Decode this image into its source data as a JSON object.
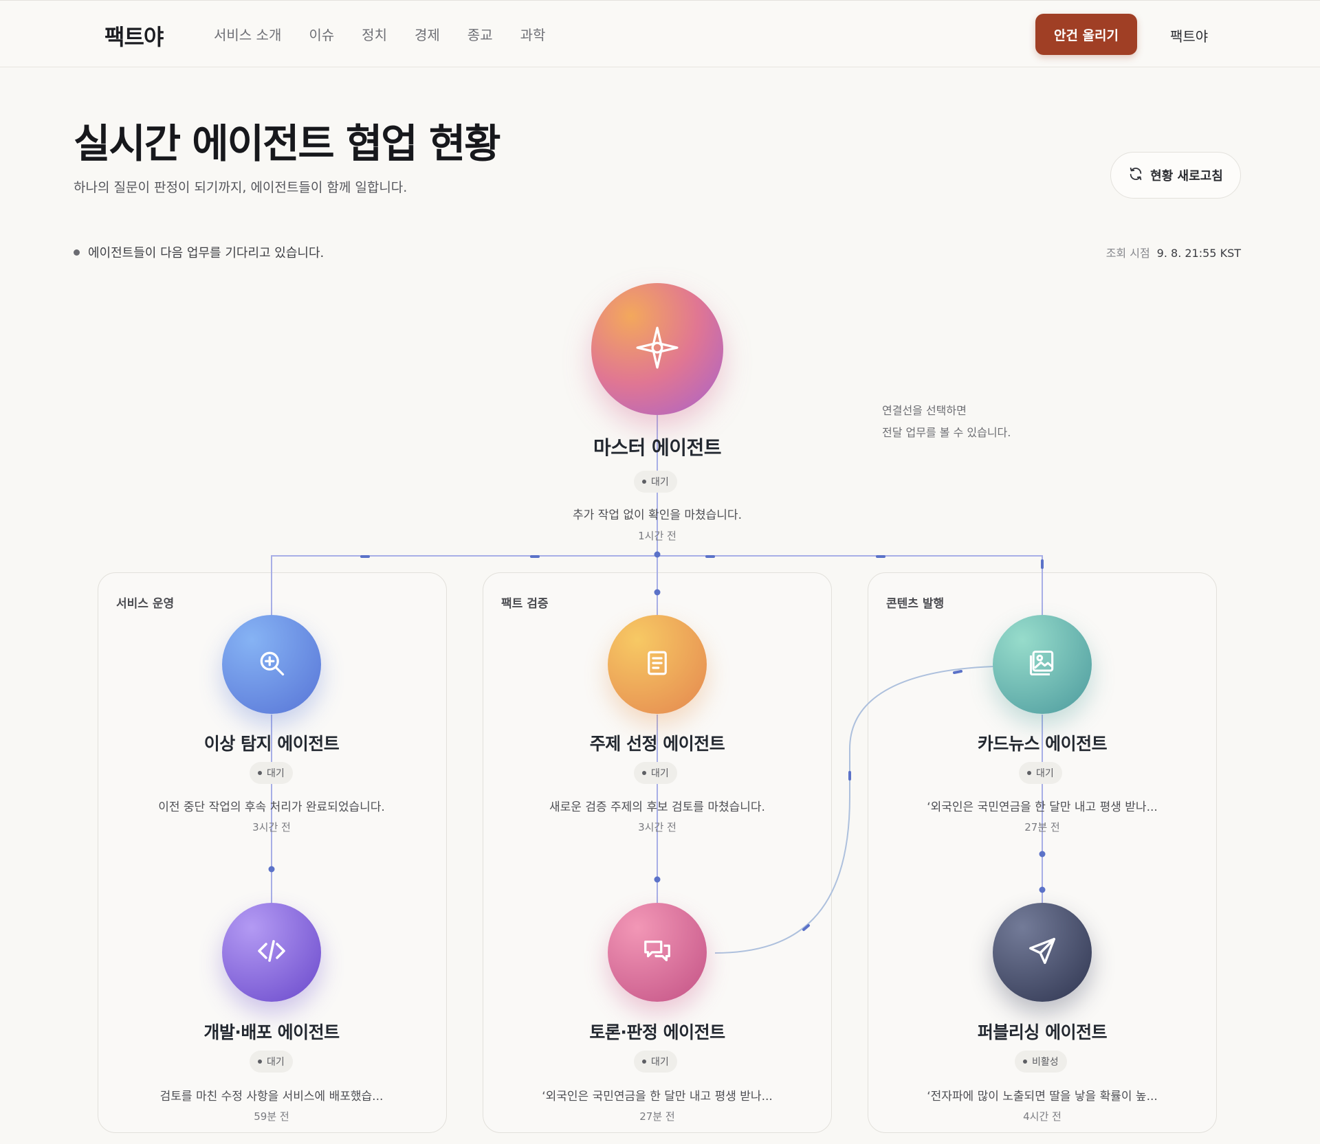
{
  "header": {
    "logo": "팩트야",
    "nav": [
      "서비스 소개",
      "이슈",
      "정치",
      "경제",
      "종교",
      "과학"
    ],
    "primary_button": "안건 올리기",
    "user_link": "팩트야"
  },
  "page": {
    "title": "실시간 에이전트 협업 현황",
    "subtitle": "하나의 질문이 판정이 되기까지, 에이전트들이 함께 일합니다.",
    "refresh_button": "현황 새로고침",
    "status_message": "에이전트들이 다음 업무를 기다리고 있습니다.",
    "query_time_label": "조회 시점",
    "query_time_value": "9. 8. 21:55 KST",
    "hint_line1": "연결선을 선택하면",
    "hint_line2": "전달 업무를 볼 수 있습니다."
  },
  "master": {
    "name": "마스터 에이전트",
    "status": "대기",
    "desc": "추가 작업 없이 확인을 마쳤습니다.",
    "time": "1시간 전",
    "icon": "sparkle-icon"
  },
  "groups": [
    {
      "label": "서비스 운영",
      "agents": [
        {
          "name": "이상 탐지 에이전트",
          "status": "대기",
          "desc": "이전 중단 작업의 후속 처리가 완료되었습니다.",
          "time": "3시간 전",
          "icon": "zoom-in-icon"
        },
        {
          "name": "개발·배포 에이전트",
          "status": "대기",
          "desc": "검토를 마친 수정 사항을 서비스에 배포했습...",
          "time": "59분 전",
          "icon": "code-icon"
        }
      ]
    },
    {
      "label": "팩트 검증",
      "agents": [
        {
          "name": "주제 선정 에이전트",
          "status": "대기",
          "desc": "새로운 검증 주제의 후보 검토를 마쳤습니다.",
          "time": "3시간 전",
          "icon": "document-icon"
        },
        {
          "name": "토론·판정 에이전트",
          "status": "대기",
          "desc": "‘외국인은 국민연금을 한 달만 내고 평생 받나...",
          "time": "27분 전",
          "icon": "chat-icon"
        }
      ]
    },
    {
      "label": "콘텐츠 발행",
      "agents": [
        {
          "name": "카드뉴스 에이전트",
          "status": "대기",
          "desc": "‘외국인은 국민연금을 한 달만 내고 평생 받나...",
          "time": "27분 전",
          "icon": "image-icon"
        },
        {
          "name": "퍼블리싱 에이전트",
          "status": "비활성",
          "desc": "‘전자파에 많이 노출되면 딸을 낳을 확률이 높...",
          "time": "4시간 전",
          "icon": "send-icon"
        }
      ]
    }
  ],
  "colors": {
    "accent": "#a03f25",
    "wire": "#9aa3e0",
    "wire_dot": "#5b72c8",
    "master_gradient": [
      "#ef9a56",
      "#de6a8f",
      "#a463c9"
    ],
    "anomaly_gradient": [
      "#7aa8f0",
      "#5b78d8"
    ],
    "devops_gradient": [
      "#a88ff0",
      "#6f4fcf"
    ],
    "topic_gradient": [
      "#f5c160",
      "#e58b54"
    ],
    "debate_gradient": [
      "#ef8fb0",
      "#c5558a"
    ],
    "cardnews_gradient": [
      "#8fd8c8",
      "#4f9ea0"
    ],
    "publish_gradient": [
      "#6d7592",
      "#343a55"
    ]
  }
}
